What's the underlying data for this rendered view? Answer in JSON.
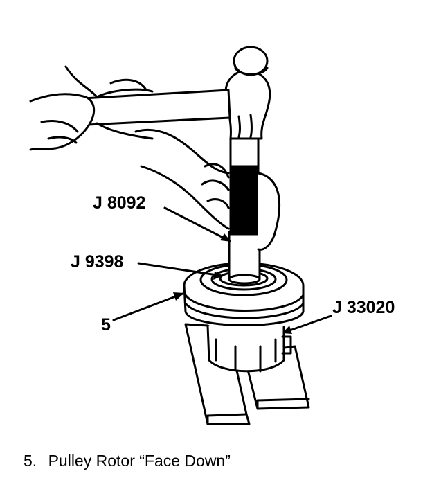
{
  "labels": {
    "j8092": "J 8092",
    "j9398": "J 9398",
    "five": "5",
    "j33020": "J 33020"
  },
  "caption": {
    "number": "5.",
    "text": "Pulley Rotor “Face Down”"
  },
  "colors": {
    "ink": "#000000",
    "paper": "#ffffff"
  }
}
